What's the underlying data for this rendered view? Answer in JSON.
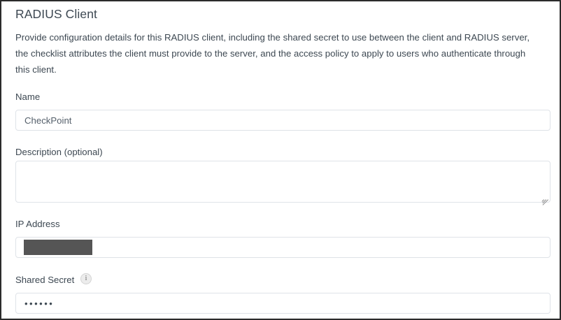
{
  "panel": {
    "title": "RADIUS Client",
    "description": "Provide configuration details for this RADIUS client, including the shared secret to use between the client and RADIUS server, the checklist attributes the client must provide to the server, and the access policy to apply to users who authenticate through this client."
  },
  "fields": {
    "name": {
      "label": "Name",
      "value": "CheckPoint",
      "placeholder": ""
    },
    "description": {
      "label": "Description (optional)",
      "value": "",
      "placeholder": ""
    },
    "ip_address": {
      "label": "IP Address",
      "value": "",
      "placeholder": "",
      "redacted": true,
      "redaction_color": "#555555"
    },
    "shared_secret": {
      "label": "Shared Secret",
      "value": "••••••",
      "placeholder": "",
      "info_icon_glyph": "i"
    }
  },
  "colors": {
    "text": "#3d4852",
    "input_value": "#55606b",
    "input_border": "#dfe3e8",
    "page_border": "#2b2b2b",
    "background": "#ffffff"
  }
}
